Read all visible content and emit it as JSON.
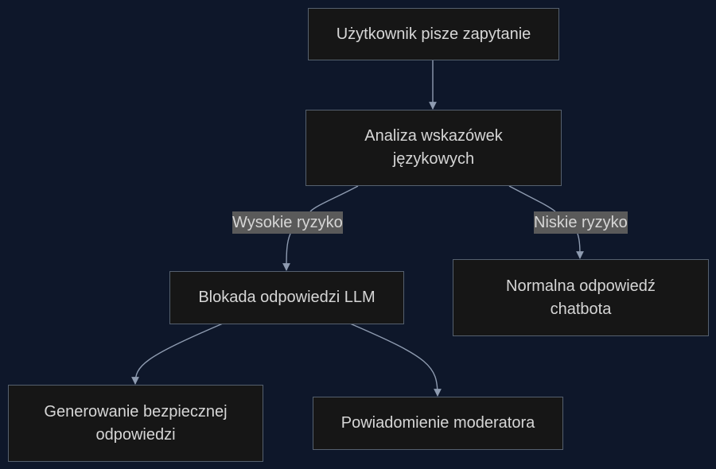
{
  "diagram": {
    "nodes": {
      "query": "Użytkownik pisze zapytanie",
      "analysis": "Analiza wskazówek językowych",
      "block": "Blokada odpowiedzi LLM",
      "normal": "Normalna odpowiedź chatbota",
      "safe": "Generowanie bezpiecznej odpowiedzi",
      "notify": "Powiadomienie moderatora"
    },
    "edge_labels": {
      "high_risk": "Wysokie ryzyko",
      "low_risk": "Niskie ryzyko"
    },
    "colors": {
      "background": "#0e172a",
      "node_fill": "#161616",
      "node_border": "#55606e",
      "edge": "#8e9bb0",
      "label_fill": "#5a5a5a",
      "text": "#d6d6d6"
    }
  }
}
